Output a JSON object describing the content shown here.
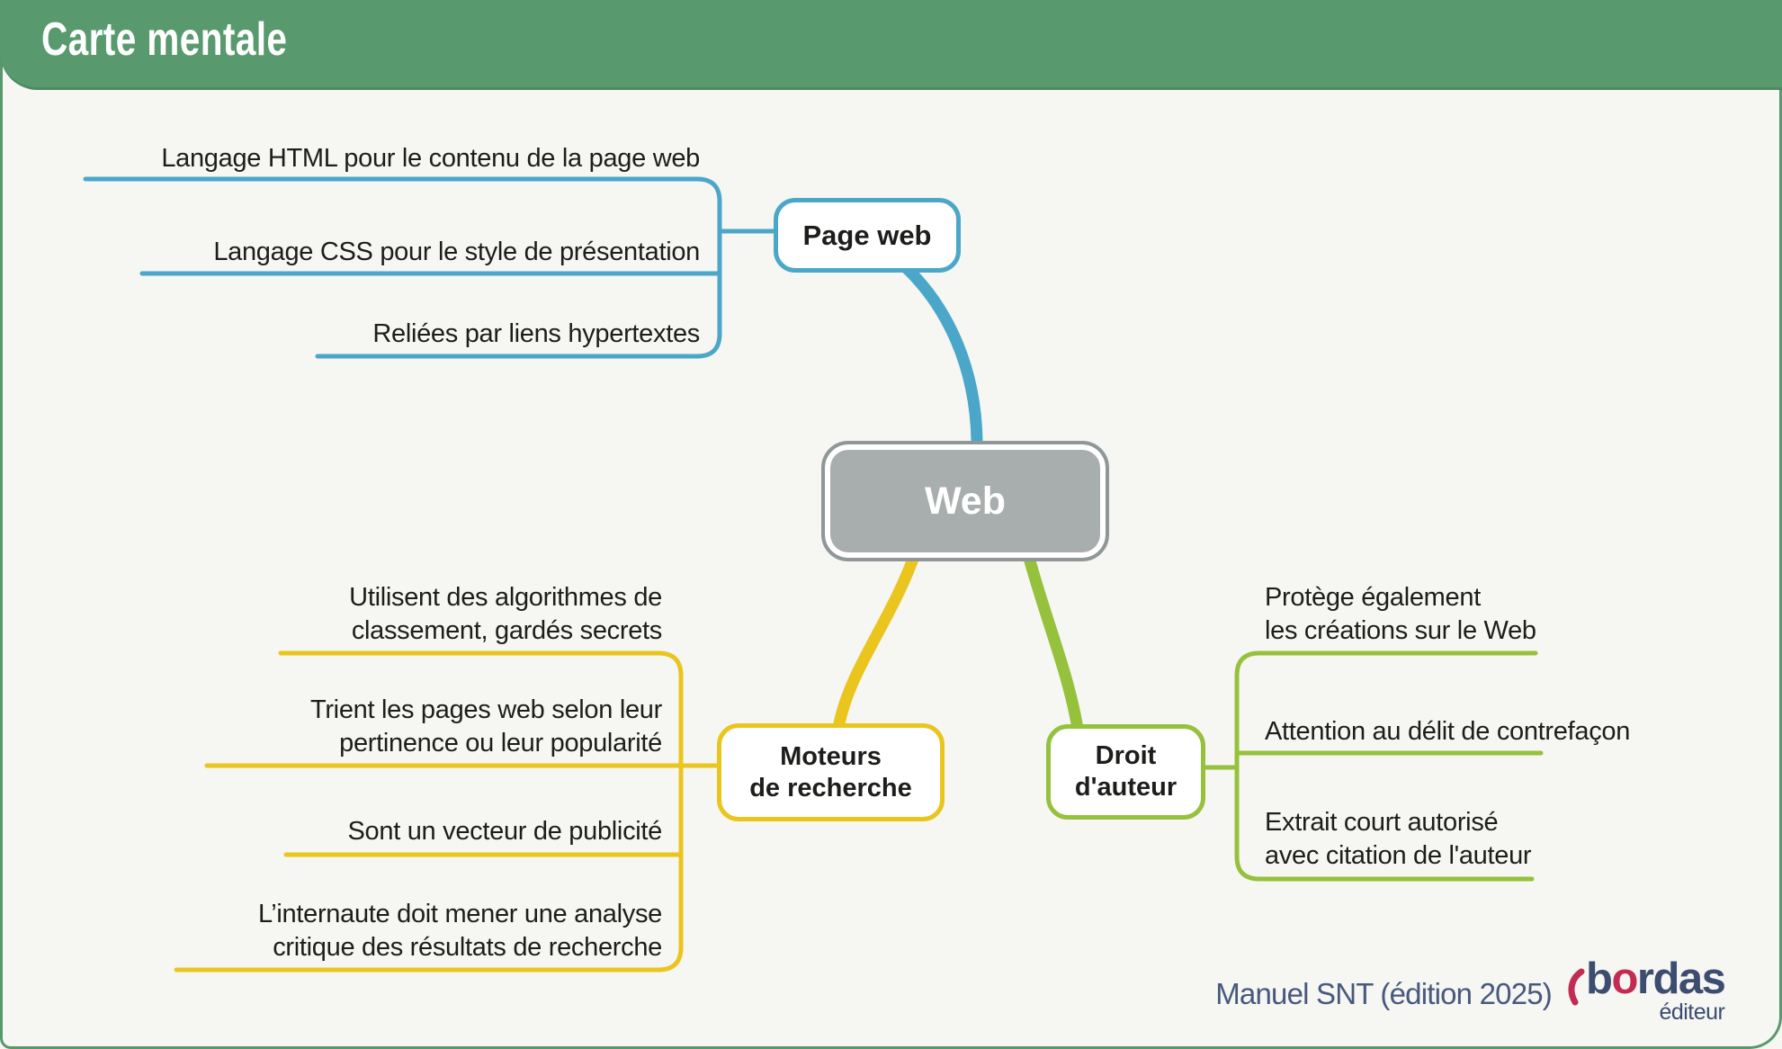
{
  "header": {
    "title": "Carte mentale"
  },
  "root": {
    "label": "Web"
  },
  "branches": [
    {
      "label": "Page web",
      "color": "#4ba7c9",
      "leaves": [
        {
          "lines": [
            "Langage HTML pour le contenu de la page web"
          ]
        },
        {
          "lines": [
            "Langage CSS pour le style de présentation"
          ]
        },
        {
          "lines": [
            "Reliées par liens hypertextes"
          ]
        }
      ]
    },
    {
      "label_line1": "Moteurs",
      "label_line2": "de recherche",
      "color": "#eac51e",
      "leaves": [
        {
          "lines": [
            "Utilisent des algorithmes de",
            "classement, gardés secrets"
          ]
        },
        {
          "lines": [
            "Trient les pages web selon leur",
            "pertinence ou leur popularité"
          ]
        },
        {
          "lines": [
            "Sont un vecteur de publicité"
          ]
        },
        {
          "lines": [
            "L’internaute doit mener une analyse",
            "critique des résultats de recherche"
          ]
        }
      ]
    },
    {
      "label_line1": "Droit",
      "label_line2": "d'auteur",
      "color": "#96c13d",
      "leaves": [
        {
          "lines": [
            "Protège également",
            "les créations sur le Web"
          ]
        },
        {
          "lines": [
            "Attention au délit de contrefaçon"
          ]
        },
        {
          "lines": [
            "Extrait court autorisé",
            "avec citation de l'auteur"
          ]
        }
      ]
    }
  ],
  "footer": {
    "caption": "Manuel SNT (édition 2025)",
    "logo": {
      "brand_prefix": "b",
      "brand_accent": "o",
      "brand_suffix": "rdas",
      "tagline": "éditeur"
    }
  },
  "colors": {
    "header_green": "#589a6e",
    "frame_green": "#58996c",
    "branch_blue": "#4ba7c9",
    "branch_yellow": "#eac51e",
    "branch_green": "#96c13d",
    "root_gray": "#a8adad",
    "caption_slate": "#47597d",
    "logo_navy": "#3c4d70",
    "logo_red": "#c22b52"
  }
}
